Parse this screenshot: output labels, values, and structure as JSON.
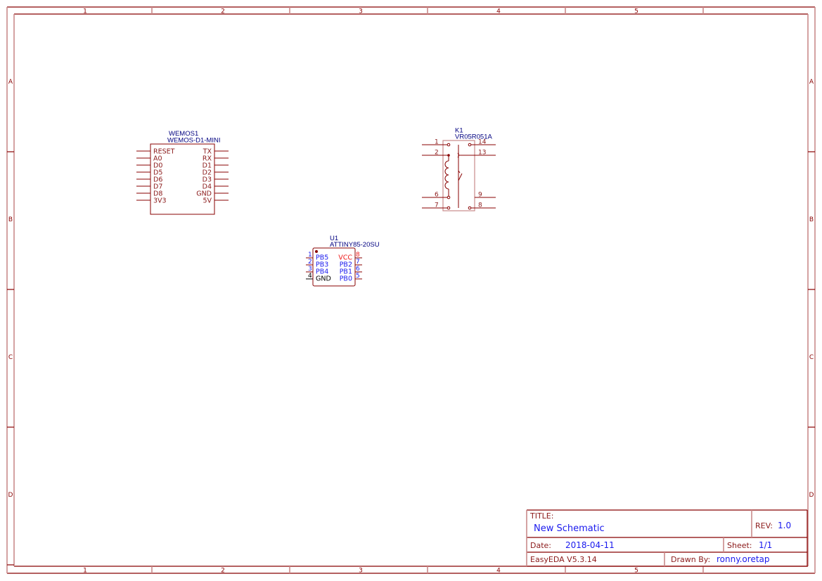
{
  "frame": {
    "columns": [
      "1",
      "2",
      "3",
      "4",
      "5"
    ],
    "rows": [
      "A",
      "B",
      "C",
      "D"
    ],
    "border_color": "#880000"
  },
  "components": {
    "wemos": {
      "ref": "WEMOS1",
      "value": "WEMOS-D1-MINI",
      "left_pins": [
        "RESET",
        "A0",
        "D0",
        "D5",
        "D6",
        "D7",
        "D8",
        "3V3"
      ],
      "right_pins": [
        "TX",
        "RX",
        "D1",
        "D2",
        "D3",
        "D4",
        "GND",
        "5V"
      ]
    },
    "relay": {
      "ref": "K1",
      "value": "VR05R051A",
      "left_pins": [
        "1",
        "2",
        "6",
        "7"
      ],
      "right_pins": [
        "14",
        "13",
        "9",
        "8"
      ]
    },
    "attiny": {
      "ref": "U1",
      "value": "ATTINY85-20SU",
      "left_pins": [
        {
          "num": "1",
          "name": "PB5"
        },
        {
          "num": "2",
          "name": "PB3"
        },
        {
          "num": "3",
          "name": "PB4"
        },
        {
          "num": "4",
          "name": "GND"
        }
      ],
      "right_pins": [
        {
          "num": "8",
          "name": "VCC"
        },
        {
          "num": "7",
          "name": "PB2"
        },
        {
          "num": "6",
          "name": "PB1"
        },
        {
          "num": "5",
          "name": "PB0"
        }
      ]
    }
  },
  "title_block": {
    "title_label": "TITLE:",
    "title_value": "New Schematic",
    "rev_label": "REV:",
    "rev_value": "1.0",
    "date_label": "Date:",
    "date_value": "2018-04-11",
    "sheet_label": "Sheet:",
    "sheet_value": "1/1",
    "software": "EasyEDA V5.3.14",
    "drawn_by_label": "Drawn By:",
    "drawn_by_value": "ronny.oretap"
  }
}
